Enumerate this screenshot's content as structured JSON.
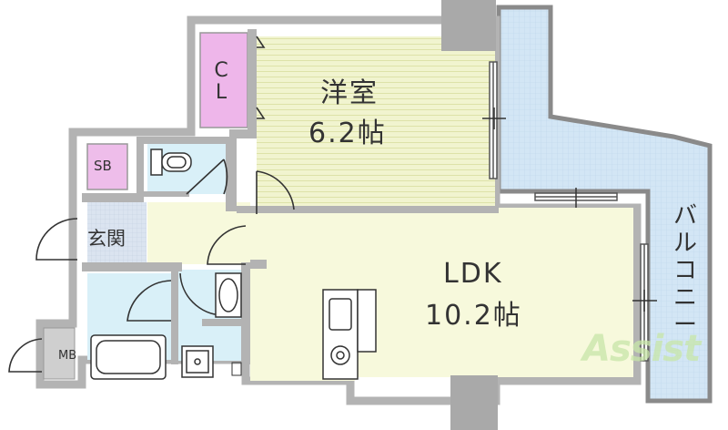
{
  "rooms": {
    "western": {
      "name": "洋室",
      "area": "6.2帖"
    },
    "ldk": {
      "name": "LDK",
      "area": "10.2帖"
    },
    "closet": {
      "name": "CL"
    },
    "shoe_box": {
      "name": "SB"
    },
    "meter_box": {
      "name": "MB"
    },
    "entrance": {
      "name": "玄関"
    },
    "balcony": {
      "name": "バルコニー",
      "chars": [
        "バ",
        "ル",
        "コ",
        "ニ",
        "ー"
      ]
    }
  },
  "watermark": {
    "text": "Assist"
  },
  "colors": {
    "wall": "#b3b3b3",
    "western_floor": "#f1f4cf",
    "ldk_floor": "#f7f9dc",
    "balcony": "#d3e6f5",
    "water": "#d9f0f8",
    "closet": "#eeb6ea",
    "shoe_box": "#eebdea",
    "column": "#a9a9a9",
    "watermark": "#c8e6a8"
  }
}
